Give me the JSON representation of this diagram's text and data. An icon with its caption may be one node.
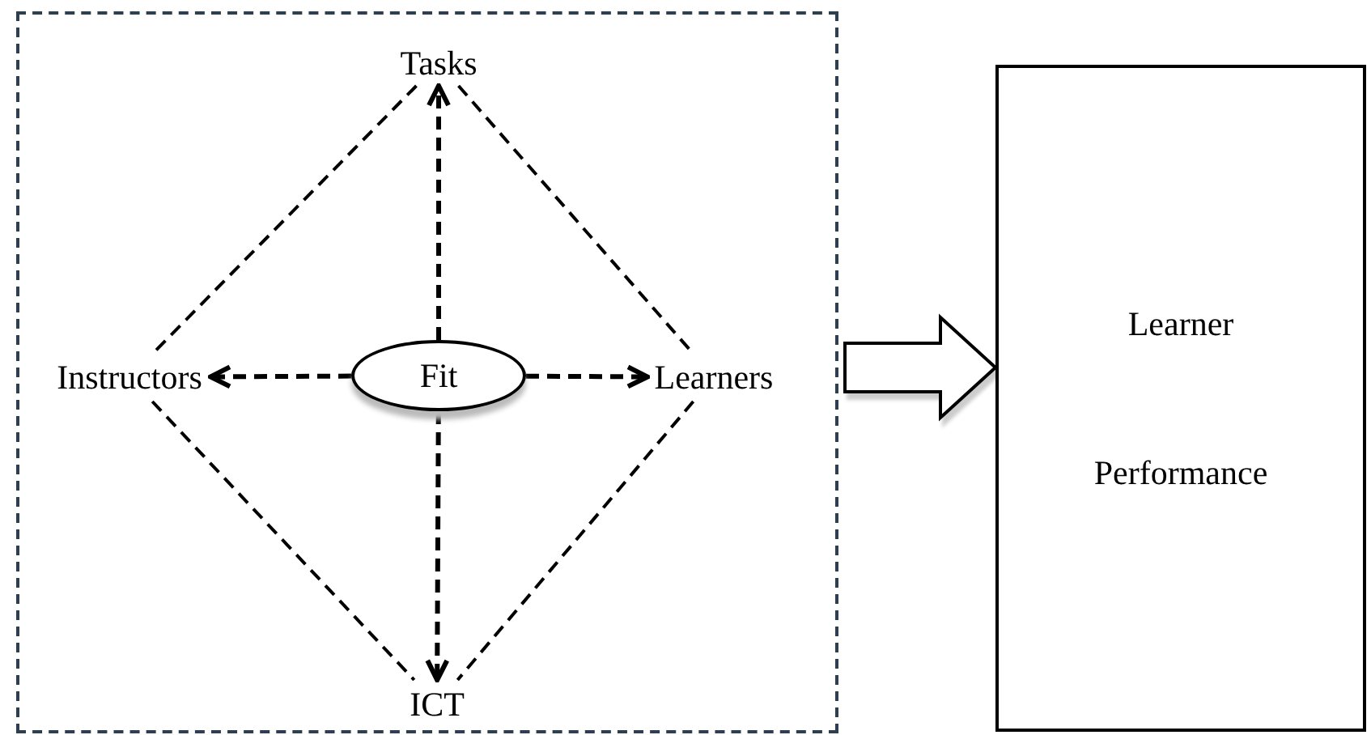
{
  "diagram": {
    "nodes": [
      {
        "text": [],
        "shape": "box"
      },
      {
        "text": [
          "Tasks"
        ],
        "in": 0
      },
      {
        "text": [
          "Instructors"
        ],
        "in": 0
      },
      {
        "text": [
          "Fit"
        ],
        "in": 0
      },
      {
        "text": [
          "Learners"
        ],
        "in": 0
      },
      {
        "text": [
          "ICT"
        ],
        "in": 0
      },
      {
        "text": [
          "Learner Performance"
        ]
      }
    ],
    "edges": [
      {
        "from": 3,
        "to": 1,
        "arrow": "to",
        "style": "dashed"
      },
      {
        "from": 3,
        "to": 2,
        "arrow": "to",
        "style": "dashed"
      },
      {
        "from": 3,
        "to": 4,
        "arrow": "to",
        "style": "dashed"
      },
      {
        "from": 3,
        "to": 5,
        "arrow": "to",
        "style": "dashed"
      },
      {
        "from": 1,
        "to": 2,
        "arrow": "none",
        "style": "dashed"
      },
      {
        "from": 1,
        "to": 4,
        "arrow": "none",
        "style": "dashed"
      },
      {
        "from": 2,
        "to": 5,
        "arrow": "none",
        "style": "dashed"
      },
      {
        "from": 4,
        "to": 5,
        "arrow": "none",
        "style": "dashed"
      },
      {
        "from": 0,
        "to": 6,
        "arrow": "to",
        "style": "thick"
      }
    ]
  }
}
